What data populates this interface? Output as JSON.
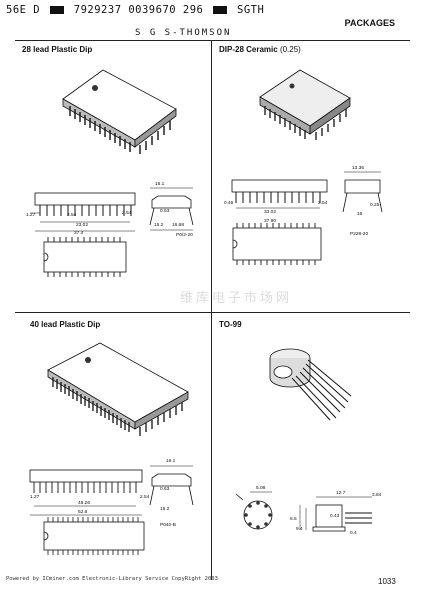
{
  "header": {
    "code_a": "56E D",
    "code_b": "7929237 0039670 296",
    "code_c": "SGTH",
    "manufacturer": "S G S-THOMSON",
    "section": "PACKAGES"
  },
  "sections": [
    {
      "title": "28 lead Plastic Dip",
      "suffix": "",
      "dims": [
        "16.1",
        "0.63",
        "2.54",
        "23.02",
        "2.54",
        "15.2",
        "16.68",
        "37.4",
        "P0/2-20",
        "1.27"
      ]
    },
    {
      "title": "DIP-28 Ceramic",
      "suffix": "(0.25)",
      "dims": [
        "13.36",
        "0.46",
        "2.54",
        "33.02",
        "0.25",
        "16",
        "37.90",
        "P228-20"
      ]
    },
    {
      "title": "40 lead Plastic Dip",
      "suffix": "",
      "dims": [
        "16.1",
        "0.63",
        "1.27",
        "48.26",
        "2.54",
        "52.6",
        "15.2",
        "P040-B"
      ]
    },
    {
      "title": "TO-99",
      "suffix": "",
      "dims": [
        "5.08",
        "12.7",
        "3.84",
        "0.43",
        "8.5",
        "0.4",
        "9.4"
      ]
    }
  ],
  "watermark": "维库电子市场网",
  "footer": {
    "credit": "Powered by ICminer.com Electronic-Library Service CopyRight 2003",
    "page": "1033"
  }
}
